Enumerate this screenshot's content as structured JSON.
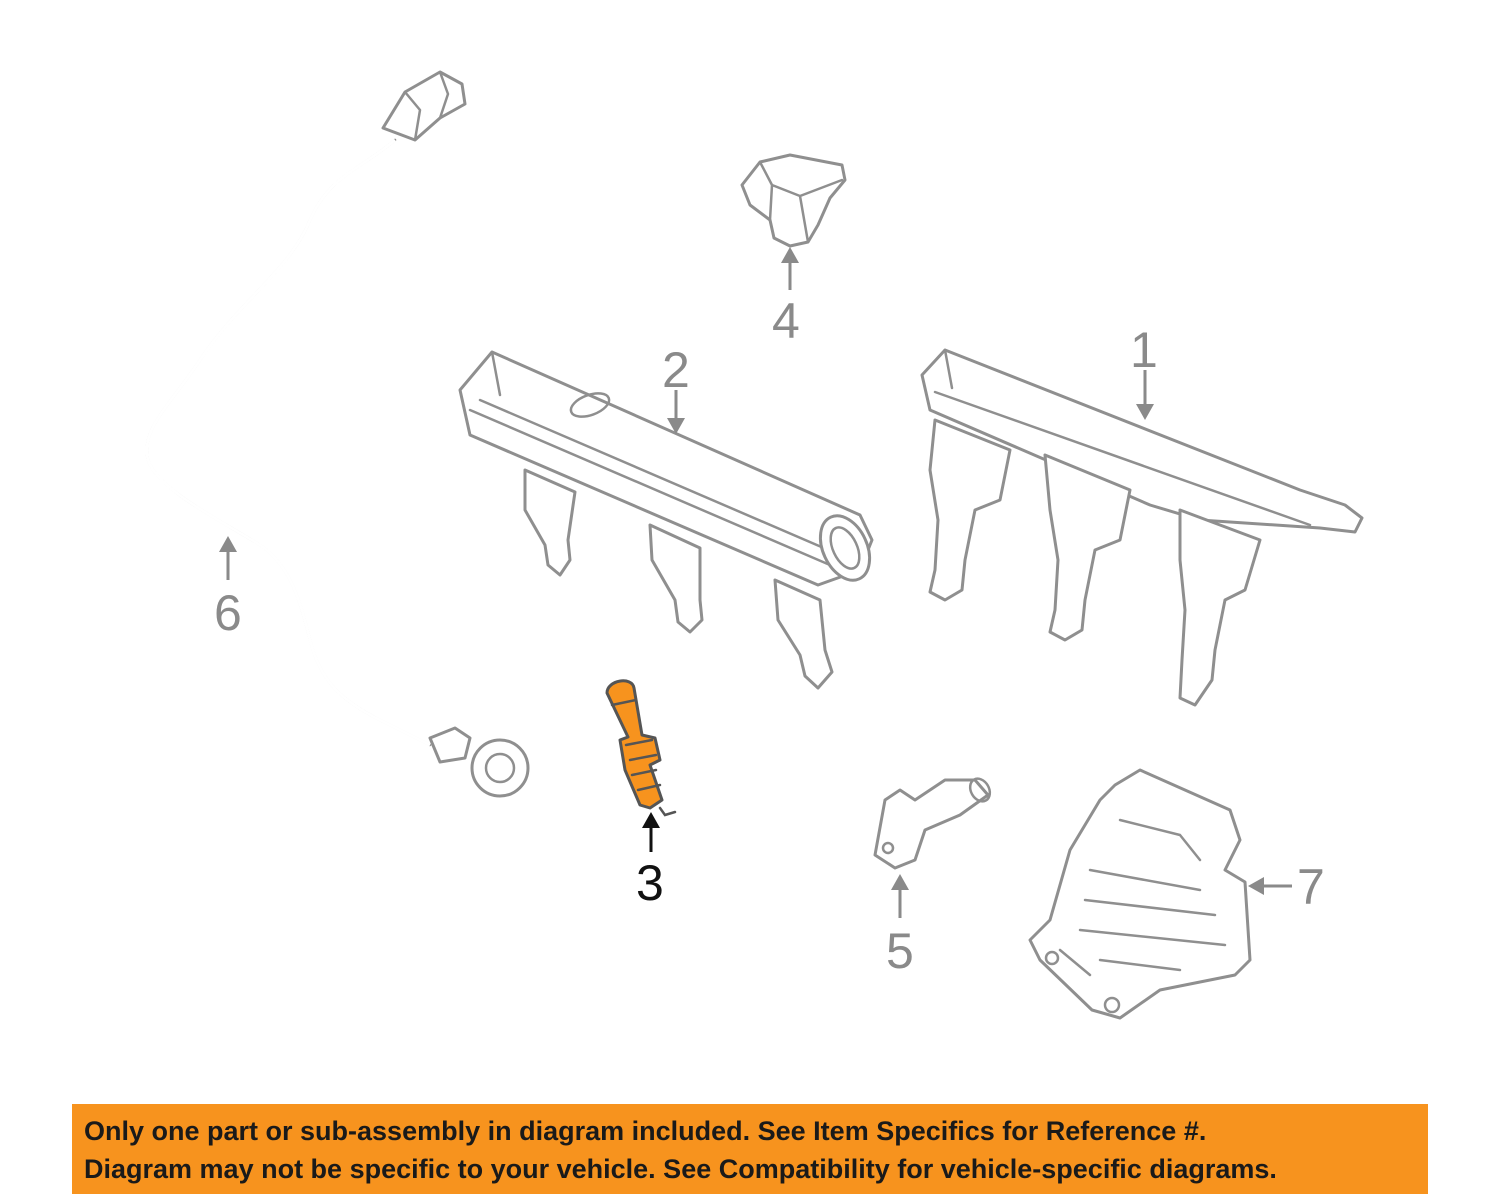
{
  "colors": {
    "highlight": "#f7931e",
    "outline": "#8f8f8f",
    "label_normal": "#8a8a8a",
    "label_highlight": "#111111"
  },
  "callouts": [
    {
      "id": "1",
      "label": "1",
      "highlighted": false
    },
    {
      "id": "2",
      "label": "2",
      "highlighted": false
    },
    {
      "id": "3",
      "label": "3",
      "highlighted": true
    },
    {
      "id": "4",
      "label": "4",
      "highlighted": false
    },
    {
      "id": "5",
      "label": "5",
      "highlighted": false
    },
    {
      "id": "6",
      "label": "6",
      "highlighted": false
    },
    {
      "id": "7",
      "label": "7",
      "highlighted": false
    }
  ],
  "notice": {
    "line1": "Only one part or sub-assembly in diagram included. See Item Specifics for Reference #.",
    "line2": "Diagram may not be specific to your vehicle. See Compatibility for vehicle-specific diagrams."
  }
}
